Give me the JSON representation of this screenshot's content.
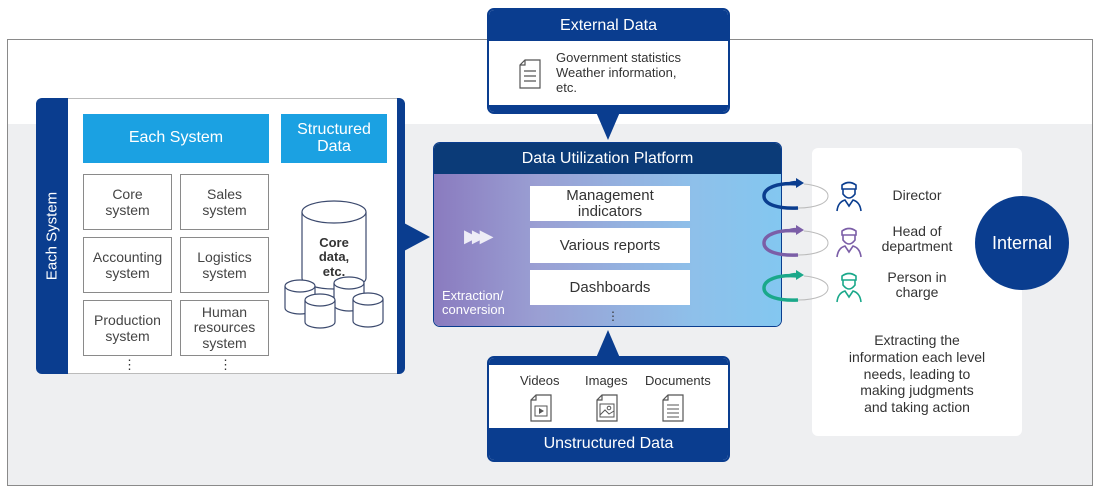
{
  "external_data": {
    "title": "External Data",
    "icon": "document-icon",
    "lines": [
      "Government statistics",
      "Weather information,",
      "etc."
    ]
  },
  "left_panel": {
    "side_label": "Each System",
    "each_system_header": "Each System",
    "structured_header_line1": "Structured",
    "structured_header_line2": "Data",
    "systems": [
      {
        "line1": "Core",
        "line2": "system"
      },
      {
        "line1": "Sales",
        "line2": "system"
      },
      {
        "line1": "Accounting",
        "line2": "system"
      },
      {
        "line1": "Logistics",
        "line2": "system"
      },
      {
        "line1": "Production",
        "line2": "system"
      },
      {
        "line1": "Human",
        "line2": "resources",
        "line3": "system"
      }
    ],
    "ellipsis": "⋮",
    "database_label_lines": [
      "Core",
      "data,",
      "etc."
    ]
  },
  "platform": {
    "title": "Data Utilization Platform",
    "items": [
      {
        "line1": "Management",
        "line2": "indicators"
      },
      {
        "line1": "Various reports"
      },
      {
        "line1": "Dashboards"
      }
    ],
    "chevrons": "▶▶▶",
    "extraction_line1": "Extraction/",
    "extraction_line2": "conversion",
    "ellipsis": "⋮"
  },
  "unstructured_data": {
    "title": "Unstructured Data",
    "types": [
      {
        "label": "Videos",
        "icon": "video-file-icon"
      },
      {
        "label": "Images",
        "icon": "image-file-icon"
      },
      {
        "label": "Documents",
        "icon": "document-icon"
      }
    ]
  },
  "internal": {
    "label": "Internal",
    "roles": [
      {
        "line1": "Director",
        "color": "#0a3d8f"
      },
      {
        "line1": "Head of",
        "line2": "department",
        "color": "#7b5ea7"
      },
      {
        "line1": "Person in",
        "line2": "charge",
        "color": "#1aa88a"
      }
    ],
    "description_lines": [
      "Extracting the",
      "information each level",
      "needs, leading to",
      "making judgments",
      "and taking action"
    ]
  },
  "colors": {
    "navy": "#0a3d8f",
    "cyan": "#1ba1e2",
    "purple": "#7b5ea7",
    "teal": "#1aa88a"
  }
}
